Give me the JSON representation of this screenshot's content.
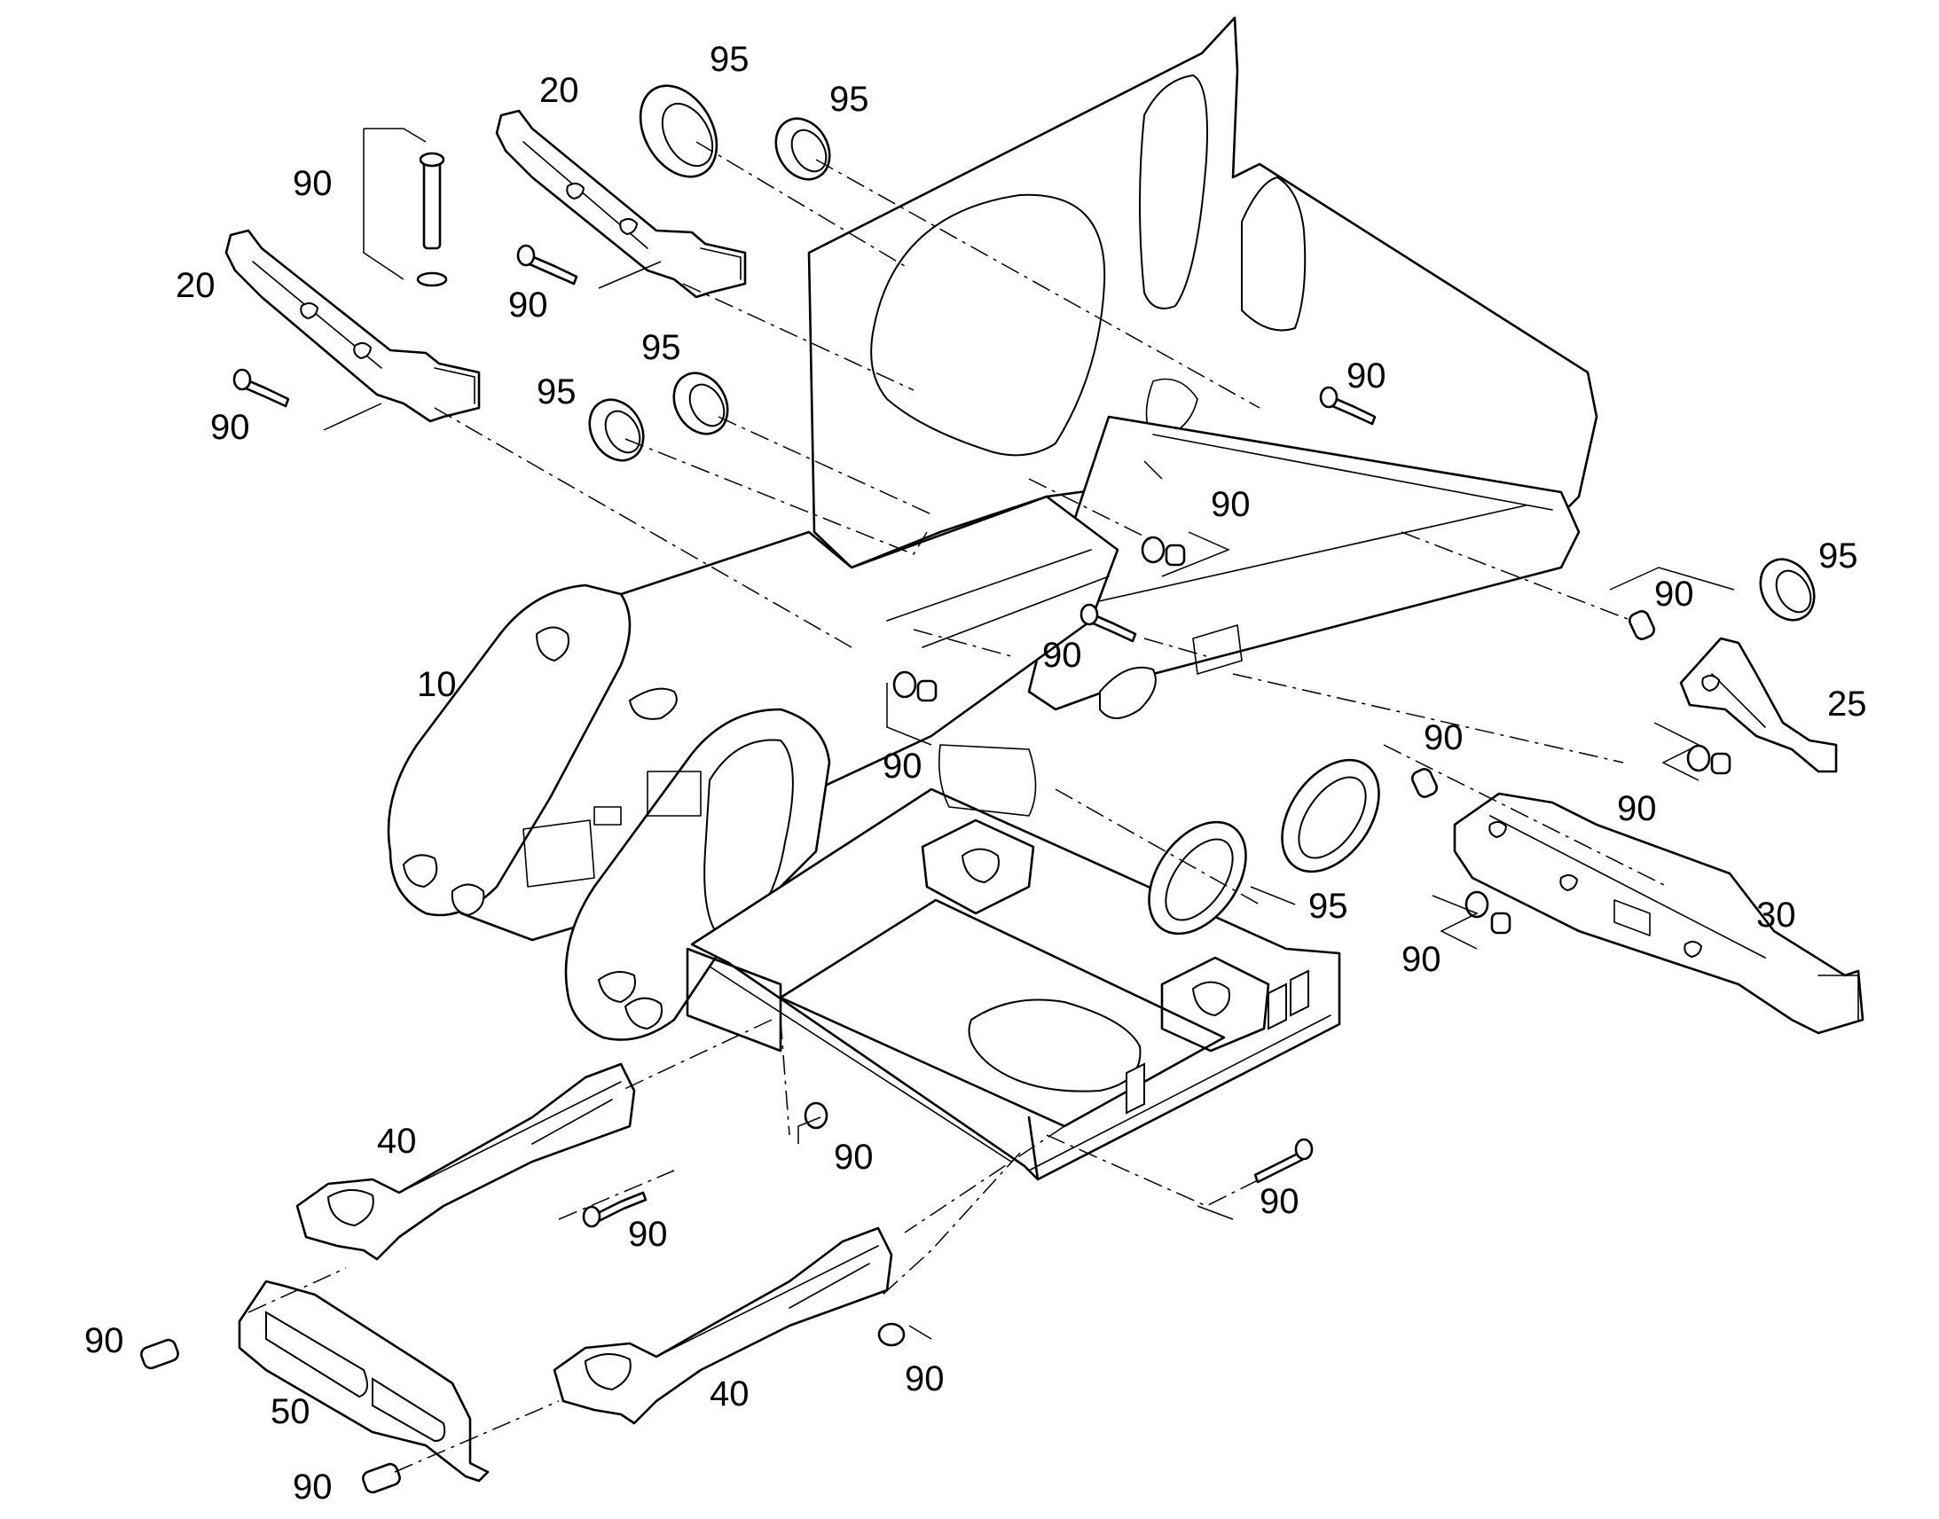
{
  "diagram": {
    "callouts": [
      {
        "id": "c95a",
        "text": "95"
      },
      {
        "id": "c95b",
        "text": "95"
      },
      {
        "id": "c20a",
        "text": "20"
      },
      {
        "id": "c90a",
        "text": "90"
      },
      {
        "id": "c20b",
        "text": "20"
      },
      {
        "id": "c90b",
        "text": "90"
      },
      {
        "id": "c90c",
        "text": "90"
      },
      {
        "id": "c95c",
        "text": "95"
      },
      {
        "id": "c95d",
        "text": "95"
      },
      {
        "id": "c90d",
        "text": "90"
      },
      {
        "id": "c90e",
        "text": "90"
      },
      {
        "id": "c95e",
        "text": "95"
      },
      {
        "id": "c90f",
        "text": "90"
      },
      {
        "id": "c10",
        "text": "10"
      },
      {
        "id": "c90g",
        "text": "90"
      },
      {
        "id": "c90h",
        "text": "90"
      },
      {
        "id": "c25",
        "text": "25"
      },
      {
        "id": "c90i",
        "text": "90"
      },
      {
        "id": "c90j",
        "text": "90"
      },
      {
        "id": "c95f",
        "text": "95"
      },
      {
        "id": "c30",
        "text": "30"
      },
      {
        "id": "c90k",
        "text": "90"
      },
      {
        "id": "c40a",
        "text": "40"
      },
      {
        "id": "c90l",
        "text": "90"
      },
      {
        "id": "c90m",
        "text": "90"
      },
      {
        "id": "c90n",
        "text": "90"
      },
      {
        "id": "c90o",
        "text": "90"
      },
      {
        "id": "c50",
        "text": "50"
      },
      {
        "id": "c40b",
        "text": "40"
      },
      {
        "id": "c90p",
        "text": "90"
      },
      {
        "id": "c90q",
        "text": "90"
      }
    ]
  }
}
